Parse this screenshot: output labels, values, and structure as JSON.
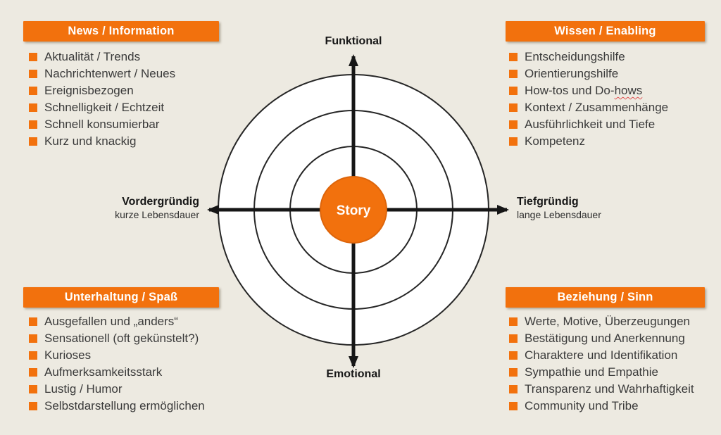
{
  "colors": {
    "background": "#EDEAE1",
    "accent_orange": "#F2710D",
    "ring_fill": "#FFFFFF",
    "ring_stroke": "#262626",
    "axis_black": "#161616",
    "list_text": "#3A3A3A",
    "header_text": "#FFFFFF",
    "spellcheck_red": "#E05252"
  },
  "quadrants": {
    "top_left": {
      "title": "News / Information",
      "items": [
        {
          "text": "Aktualität / Trends"
        },
        {
          "text": "Nachrichtenwert / Neues"
        },
        {
          "text": "Ereignisbezogen"
        },
        {
          "text": "Schnelligkeit / Echtzeit"
        },
        {
          "text": "Schnell konsumierbar"
        },
        {
          "text": "Kurz und knackig"
        }
      ]
    },
    "top_right": {
      "title": "Wissen / Enabling",
      "items": [
        {
          "text": "Entscheidungshilfe"
        },
        {
          "text": "Orientierungshilfe"
        },
        {
          "text": "How-tos und Do-",
          "spellcheck_word": "hows"
        },
        {
          "text": "Kontext / Zusammenhänge"
        },
        {
          "text": "Ausführlichkeit und Tiefe"
        },
        {
          "text": "Kompetenz"
        }
      ]
    },
    "bottom_left": {
      "title": "Unterhaltung / Spaß",
      "items": [
        {
          "text": "Ausgefallen und „anders“"
        },
        {
          "text": "Sensationell (oft gekünstelt?)"
        },
        {
          "text": "Kurioses"
        },
        {
          "text": "Aufmerksamkeitsstark"
        },
        {
          "text": "Lustig / Humor"
        },
        {
          "text": "Selbstdarstellung ermöglichen"
        }
      ]
    },
    "bottom_right": {
      "title": "Beziehung / Sinn",
      "items": [
        {
          "text": "Werte, Motive, Überzeugungen"
        },
        {
          "text": "Bestätigung und Anerkennung"
        },
        {
          "text": "Charaktere und Identifikation"
        },
        {
          "text": "Sympathie und Empathie"
        },
        {
          "text": "Transparenz und Wahrhaftigkeit"
        },
        {
          "text": "Community und Tribe"
        }
      ]
    }
  },
  "axes": {
    "top": {
      "label": "Funktional"
    },
    "bottom": {
      "label": "Emotional"
    },
    "left": {
      "label": "Vordergründig",
      "sublabel": "kurze Lebensdauer"
    },
    "right": {
      "label": "Tiefgründig",
      "sublabel": "lange Lebensdauer"
    }
  },
  "center": {
    "label": "Story"
  }
}
